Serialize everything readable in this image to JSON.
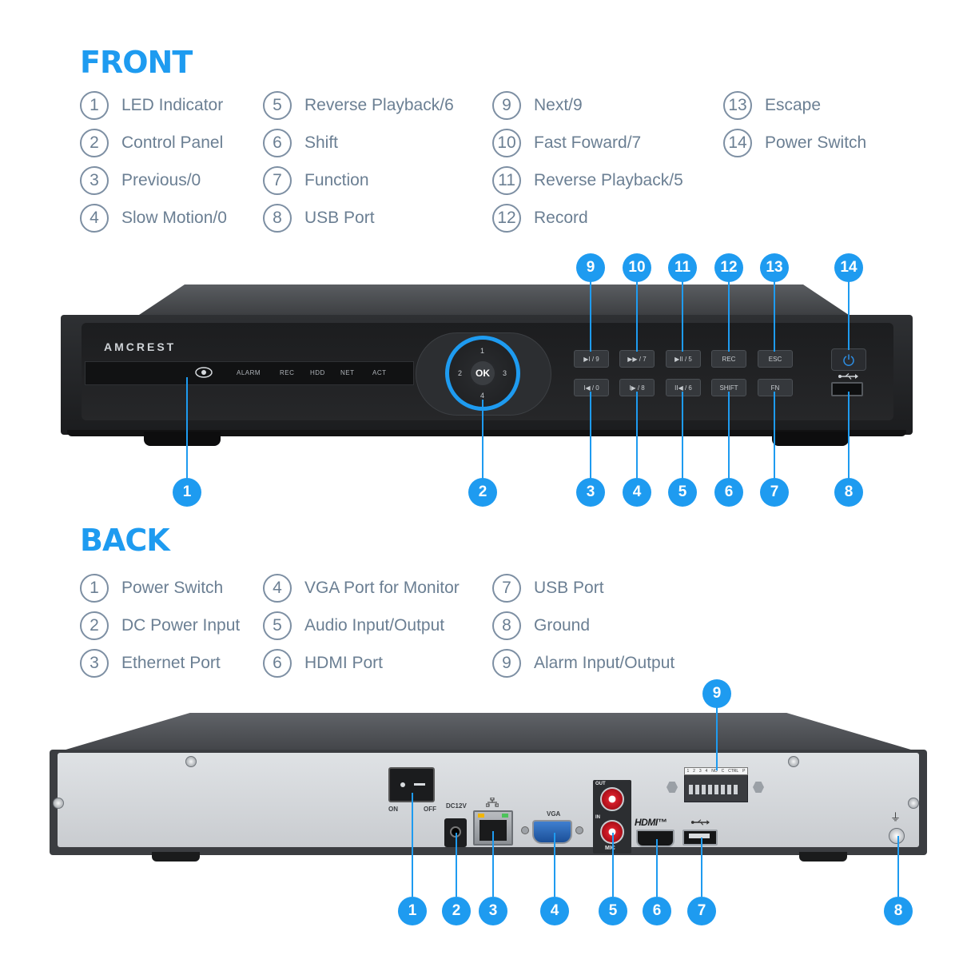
{
  "front": {
    "heading": "FRONT",
    "legend": [
      {
        "num": "1",
        "label": "LED Indicator"
      },
      {
        "num": "2",
        "label": "Control Panel"
      },
      {
        "num": "3",
        "label": "Previous/0"
      },
      {
        "num": "4",
        "label": "Slow Motion/0"
      },
      {
        "num": "5",
        "label": "Reverse Playback/6"
      },
      {
        "num": "6",
        "label": "Shift"
      },
      {
        "num": "7",
        "label": "Function"
      },
      {
        "num": "8",
        "label": "USB Port"
      },
      {
        "num": "9",
        "label": "Next/9"
      },
      {
        "num": "10",
        "label": "Fast Foward/7"
      },
      {
        "num": "11",
        "label": "Reverse Playback/5"
      },
      {
        "num": "12",
        "label": "Record"
      },
      {
        "num": "13",
        "label": "Escape"
      },
      {
        "num": "14",
        "label": "Power Switch"
      }
    ],
    "device": {
      "brand": "AMCREST",
      "status_labels": [
        "ALARM",
        "REC",
        "HDD",
        "NET",
        "ACT"
      ],
      "dpad": {
        "ok": "OK",
        "up": "1",
        "left": "2",
        "right": "3",
        "down": "4"
      },
      "buttons_top": [
        "▶I / 9",
        "▶▶ / 7",
        "▶II / 5",
        "REC",
        "ESC"
      ],
      "buttons_bottom": [
        "I◀ / 0",
        "I▶ / 8",
        "II◀ / 6",
        "SHIFT",
        "FN"
      ]
    },
    "badges": [
      "1",
      "2",
      "3",
      "4",
      "5",
      "6",
      "7",
      "8",
      "9",
      "10",
      "11",
      "12",
      "13",
      "14"
    ]
  },
  "back": {
    "heading": "BACK",
    "legend": [
      {
        "num": "1",
        "label": "Power Switch"
      },
      {
        "num": "2",
        "label": "DC Power Input"
      },
      {
        "num": "3",
        "label": "Ethernet Port"
      },
      {
        "num": "4",
        "label": "VGA Port for Monitor"
      },
      {
        "num": "5",
        "label": "Audio Input/Output"
      },
      {
        "num": "6",
        "label": "HDMI Port"
      },
      {
        "num": "7",
        "label": "USB Port"
      },
      {
        "num": "8",
        "label": "Ground"
      },
      {
        "num": "9",
        "label": "Alarm Input/Output"
      }
    ],
    "device": {
      "switch_on": "ON",
      "switch_off": "OFF",
      "dc_label": "DC12V",
      "vga_label": "VGA",
      "audio_out": "OUT",
      "audio_in": "IN",
      "audio_mic": "MIC",
      "hdmi_logo": "HDMI™",
      "alarm_header": [
        "1",
        "2",
        "3",
        "4",
        "NO",
        "C",
        "CTRL",
        "P"
      ]
    },
    "badges": [
      "1",
      "2",
      "3",
      "4",
      "5",
      "6",
      "7",
      "8",
      "9"
    ]
  },
  "colors": {
    "accent": "#1e9bf0",
    "text": "#6b7f93"
  },
  "icons": [
    "eye-icon",
    "power-icon",
    "usb-icon",
    "ethernet-icon",
    "ground-icon"
  ]
}
